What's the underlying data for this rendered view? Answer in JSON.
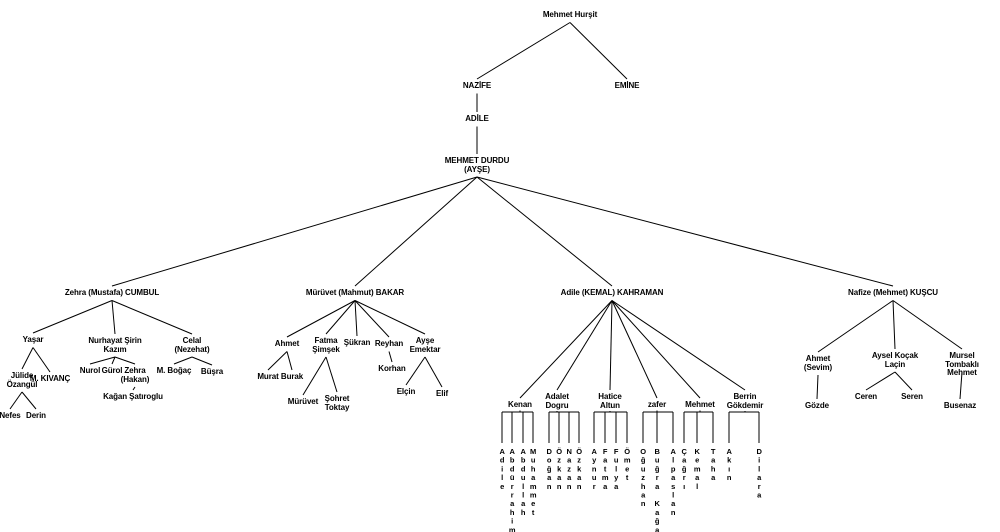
{
  "tree": {
    "root": {
      "label": "Mehmet Hurşit"
    },
    "nazife": {
      "label": "NAZİFE",
      "parent": "root"
    },
    "emine": {
      "label": "EMİNE",
      "parent": "root"
    },
    "adile": {
      "label": "ADİLE",
      "parent": "nazife"
    },
    "durdu": {
      "label": "MEHMET DURDU\n(AYŞE)",
      "parent": "adile"
    },
    "zehra": {
      "label": "Zehra (Mustafa) CUMBUL",
      "parent": "durdu"
    },
    "bakar": {
      "label": "Mürüvet (Mahmut) BAKAR",
      "parent": "durdu"
    },
    "kahraman": {
      "label": "Adile (KEMAL) KAHRAMAN",
      "parent": "durdu"
    },
    "kuscu": {
      "label": "Nafize (Mehmet) KUŞCU",
      "parent": "durdu"
    },
    "yasar": {
      "label": "Yaşar",
      "parent": "zehra"
    },
    "nurhayat": {
      "label": "Nurhayat Şirin\nKazım",
      "parent": "zehra"
    },
    "celal": {
      "label": "Celal\n(Nezehat)",
      "parent": "zehra"
    },
    "julide": {
      "label": "Jülide\nÖzangül",
      "parent": "yasar"
    },
    "kivanc": {
      "label": "M. KIVANÇ",
      "parent": "yasar"
    },
    "nefes": {
      "label": "Nefes",
      "parent": "julide"
    },
    "derin": {
      "label": "Derin",
      "parent": "julide"
    },
    "nurol": {
      "label": "Nurol",
      "parent": "nurhayat"
    },
    "gurol": {
      "label": "Gürol",
      "parent": "nurhayat"
    },
    "zehrah": {
      "label": "Zehra\n(Hakan)",
      "parent": "nurhayat"
    },
    "kagan": {
      "label": "Kağan Şatıroglu",
      "parent": "zehrah"
    },
    "bogac": {
      "label": "M. Boğaç",
      "parent": "celal"
    },
    "busra": {
      "label": "Büşra",
      "parent": "celal"
    },
    "ahmet": {
      "label": "Ahmet",
      "parent": "bakar"
    },
    "fatma": {
      "label": "Fatma\nŞimşek",
      "parent": "bakar"
    },
    "sukran": {
      "label": "Şükran",
      "parent": "bakar"
    },
    "reyhan": {
      "label": "Reyhan",
      "parent": "bakar"
    },
    "ayse": {
      "label": "Ayşe\nEmektar",
      "parent": "bakar"
    },
    "murat": {
      "label": "Murat",
      "parent": "ahmet"
    },
    "burak": {
      "label": "Burak",
      "parent": "ahmet"
    },
    "muruvet": {
      "label": "Mürüvet",
      "parent": "fatma"
    },
    "sohret": {
      "label": "Şohret\nToktay",
      "parent": "fatma"
    },
    "korhan": {
      "label": "Korhan",
      "parent": "reyhan"
    },
    "elcin": {
      "label": "Elçin",
      "parent": "ayse"
    },
    "elif": {
      "label": "Elif",
      "parent": "ayse"
    },
    "kenan": {
      "label": "Kenan",
      "parent": "kahraman",
      "children": [
        "Adile",
        "Abdürrahim",
        "Abdullah",
        "Muhammet"
      ]
    },
    "adalet": {
      "label": "Adalet\nDogru",
      "parent": "kahraman",
      "children": [
        "Doğan",
        "Özkan",
        "Nazan",
        "Özkan"
      ]
    },
    "hatice": {
      "label": "Hatice\nAltun",
      "parent": "kahraman",
      "children": [
        "Aynur",
        "Fatma",
        "Fulya",
        "Ömet"
      ]
    },
    "zafer": {
      "label": "zafer",
      "parent": "kahraman",
      "children": [
        "Oğuzhan",
        "Buğra Kağan",
        "Alpaslan"
      ]
    },
    "mehmet": {
      "label": "Mehmet",
      "parent": "kahraman",
      "children": [
        "Çağrı",
        "Kemal",
        "Taha"
      ]
    },
    "berrin": {
      "label": "Berrin\nGökdemir",
      "parent": "kahraman",
      "children": [
        "Akın",
        "Dilara"
      ]
    },
    "ahmets": {
      "label": "Ahmet\n(Sevim)",
      "parent": "kuscu"
    },
    "aysel": {
      "label": "Aysel Koçak\nLaçin",
      "parent": "kuscu"
    },
    "mursel": {
      "label": "Mursel Tombaklı\nMehmet",
      "parent": "kuscu"
    },
    "gozde": {
      "label": "Gözde",
      "parent": "ahmets"
    },
    "ceren": {
      "label": "Ceren",
      "parent": "aysel"
    },
    "seren": {
      "label": "Seren",
      "parent": "aysel"
    },
    "busenaz": {
      "label": "Busenaz",
      "parent": "mursel"
    }
  }
}
